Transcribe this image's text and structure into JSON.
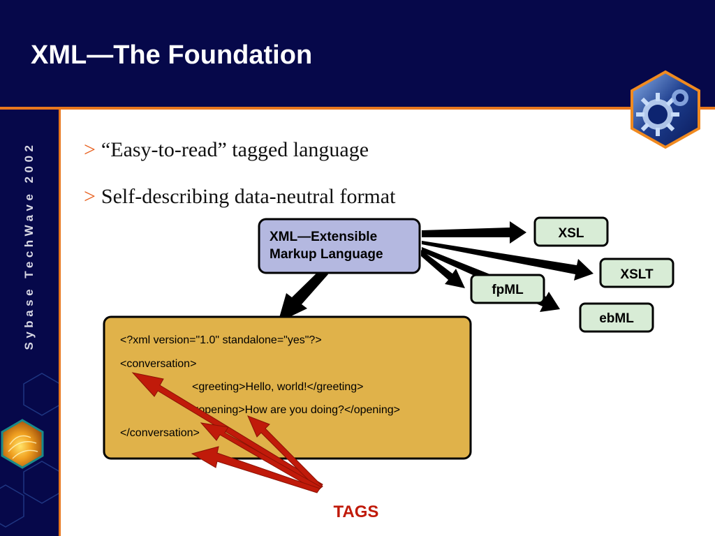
{
  "slide": {
    "title": "XML—The Foundation",
    "sidebar_text": "Sybase TechWave 2002",
    "bullets": [
      {
        "marker": ">",
        "text": "“Easy-to-read” tagged language"
      },
      {
        "marker": ">",
        "text": "Self-describing data-neutral format"
      }
    ]
  },
  "diagram": {
    "main_box": {
      "lines": [
        "XML—Extensible",
        "Markup Language"
      ]
    },
    "targets": {
      "xsl": "XSL",
      "xslt": "XSLT",
      "fpml": "fpML",
      "ebml": "ebML"
    },
    "code_lines": [
      "<?xml version=\"1.0\" standalone=\"yes\"?>",
      "<conversation>",
      "<greeting>Hello, world!</greeting>",
      "<opening>How are you doing?</opening>",
      "</conversation>"
    ],
    "tags_label": "TAGS"
  },
  "colors": {
    "navy": "#06084a",
    "orange": "#e8781e",
    "main_box_fill": "#b4b8e0",
    "target_fill": "#d8ecd6",
    "code_box_fill": "#e0b24a",
    "tag_arrow": "#c01a0a"
  },
  "icons": {
    "logo": "hexagon-gear-icon",
    "side_ornament": "hexagon-glow-icon"
  }
}
